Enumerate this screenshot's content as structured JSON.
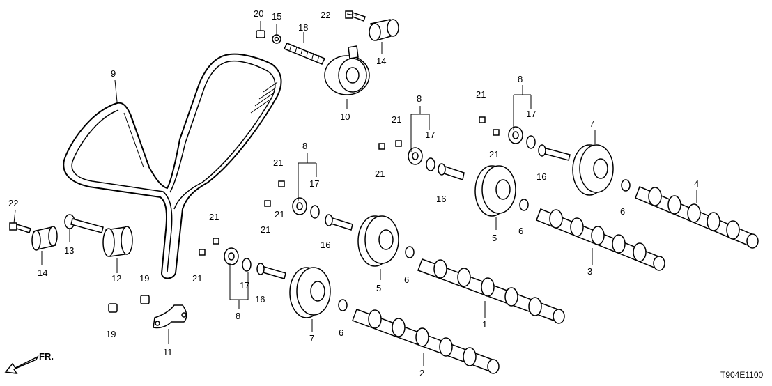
{
  "diagram_code": "T904E1100",
  "front_indicator": "FR.",
  "part_callouts": [
    "20",
    "15",
    "18",
    "22",
    "14",
    "9",
    "10",
    "8",
    "17",
    "21",
    "21",
    "21",
    "8",
    "17",
    "21",
    "21",
    "21",
    "16",
    "7",
    "4",
    "6",
    "16",
    "5",
    "6",
    "16",
    "3",
    "6",
    "21",
    "21",
    "16",
    "17",
    "8",
    "22",
    "14",
    "13",
    "12",
    "19",
    "19",
    "11",
    "21",
    "8",
    "17",
    "16",
    "5",
    "6",
    "1",
    "7",
    "6",
    "2"
  ]
}
